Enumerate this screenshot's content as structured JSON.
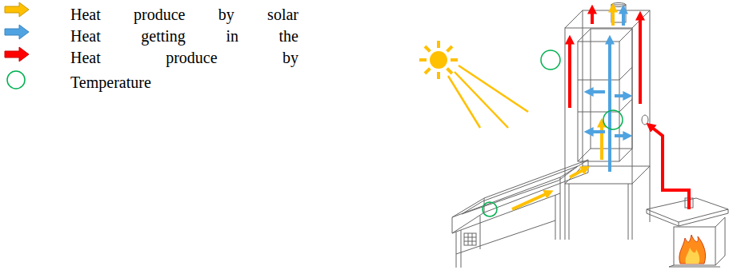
{
  "diagram": {
    "legend": [
      {
        "text": "Heat produce by solar"
      },
      {
        "text": "Heat getting in the"
      },
      {
        "text": "Heat produce by"
      },
      {
        "text": "Temperature"
      }
    ]
  }
}
